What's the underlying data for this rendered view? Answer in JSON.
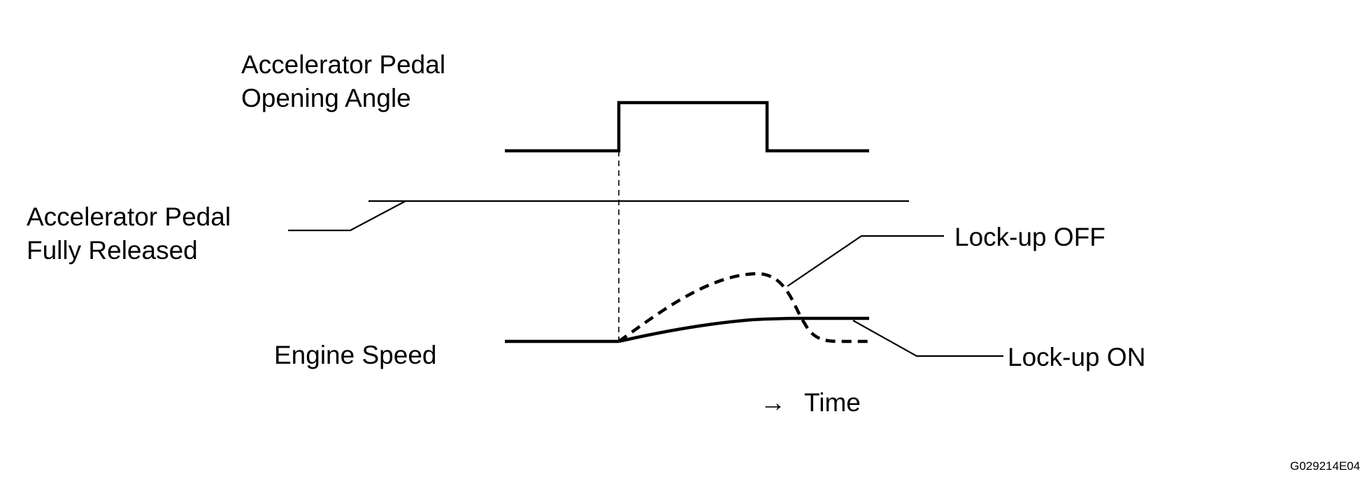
{
  "labels": {
    "pedal_angle_line1": "Accelerator Pedal",
    "pedal_angle_line2": "Opening Angle",
    "pedal_released_line1": "Accelerator Pedal",
    "pedal_released_line2": "Fully Released",
    "engine_speed": "Engine Speed",
    "lockup_off": "Lock-up OFF",
    "lockup_on": "Lock-up ON",
    "time_arrow": "→",
    "time": "Time",
    "figure_code": "G029214E04"
  },
  "colors": {
    "ink": "#000000",
    "background": "#ffffff"
  }
}
